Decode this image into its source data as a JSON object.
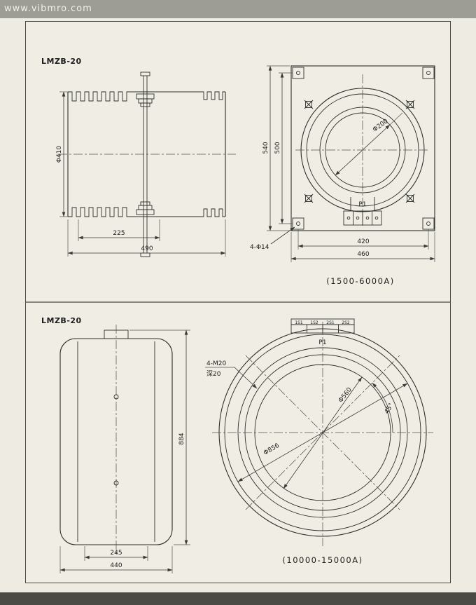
{
  "watermark": "www.vibmro.com",
  "top": {
    "model": "LMZB-20",
    "rating": "(1500-6000A)",
    "p1": "P1",
    "dims": {
      "d410": "Φ410",
      "d225": "225",
      "d490": "490",
      "d540": "540",
      "d500": "500",
      "d200": "Φ200",
      "holes": "4-Φ14",
      "d420": "420",
      "d460": "460"
    }
  },
  "bottom": {
    "model": "LMZB-20",
    "rating": "(10000-15000A)",
    "p1": "P1",
    "terminals": [
      "1S1",
      "1S2",
      "2S1",
      "2S2"
    ],
    "dims": {
      "d884": "884",
      "d245": "245",
      "d440": "440",
      "m20": "4-M20",
      "depth": "深20",
      "d856": "Φ856",
      "d560": "Φ560",
      "a45": "45°"
    }
  }
}
